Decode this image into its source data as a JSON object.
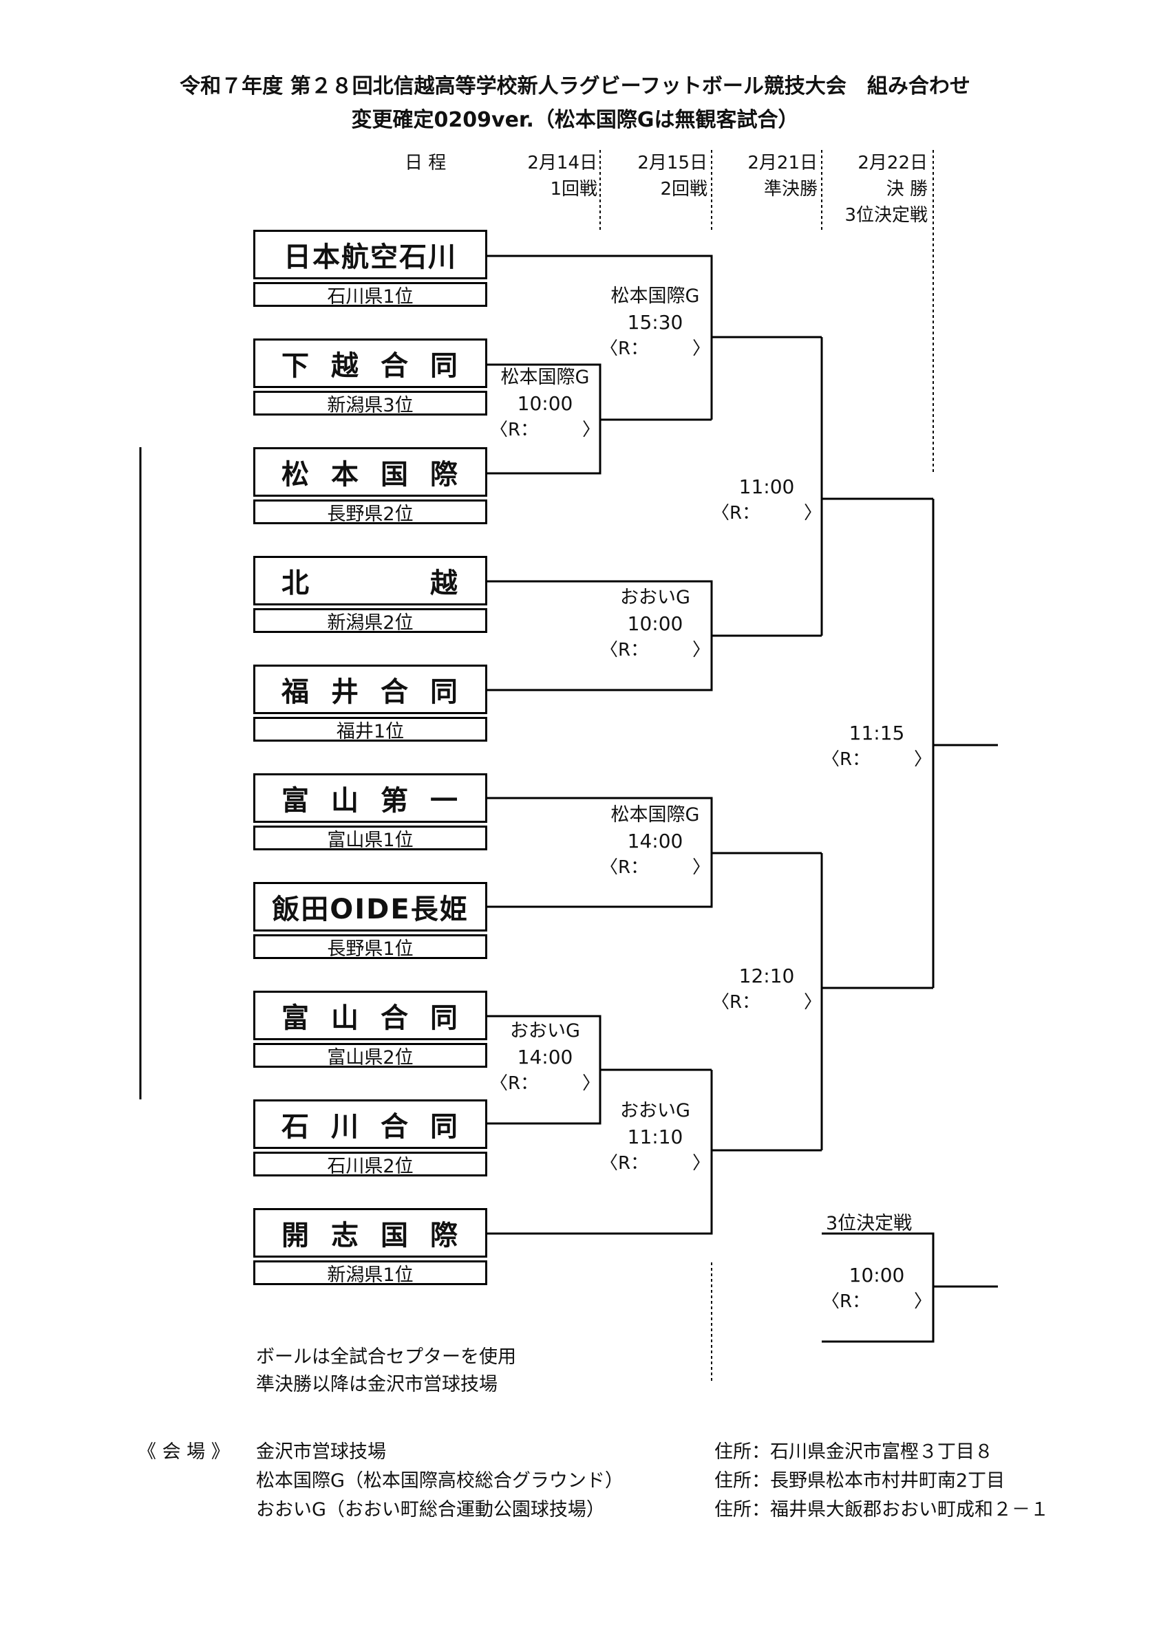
{
  "header": {
    "title_line1": "令和７年度 第２８回北信越高等学校新人ラグビーフットボール競技大会　組み合わせ",
    "title_line2": "変更確定0209ver.（松本国際Gは無観客試合）"
  },
  "schedule": {
    "label": "日 程",
    "columns": [
      {
        "date": "2月14日",
        "round": "1回戦",
        "extra": ""
      },
      {
        "date": "2月15日",
        "round": "2回戦",
        "extra": ""
      },
      {
        "date": "2月21日",
        "round": "準決勝",
        "extra": ""
      },
      {
        "date": "2月22日",
        "round": "決 勝",
        "extra": "3位決定戦"
      }
    ]
  },
  "teams": [
    {
      "name": "日本航空石川",
      "sub": "石川県1位"
    },
    {
      "name": "下越合同",
      "sub": "新潟県3位"
    },
    {
      "name": "松本国際",
      "sub": "長野県2位"
    },
    {
      "name": "北越",
      "sub": "新潟県2位"
    },
    {
      "name": "福井合同",
      "sub": "福井1位"
    },
    {
      "name": "富山第一",
      "sub": "富山県1位"
    },
    {
      "name": "飯田OIDE長姫",
      "sub": "長野県1位"
    },
    {
      "name": "富山合同",
      "sub": "富山県2位"
    },
    {
      "name": "石川合同",
      "sub": "石川県2位"
    },
    {
      "name": "開志国際",
      "sub": "新潟県1位"
    }
  ],
  "matches": [
    {
      "venue": "松本国際G",
      "time": "10:00",
      "r_open": "〈R：",
      "r_close": "〉"
    },
    {
      "venue": "松本国際G",
      "time": "15:30",
      "r_open": "〈R：",
      "r_close": "〉"
    },
    {
      "venue": "おおいG",
      "time": "10:00",
      "r_open": "〈R：",
      "r_close": "〉"
    },
    {
      "venue": "松本国際G",
      "time": "14:00",
      "r_open": "〈R：",
      "r_close": "〉"
    },
    {
      "venue": "おおいG",
      "time": "14:00",
      "r_open": "〈R：",
      "r_close": "〉"
    },
    {
      "venue": "おおいG",
      "time": "11:10",
      "r_open": "〈R：",
      "r_close": "〉"
    },
    {
      "venue": "",
      "time": "11:00",
      "r_open": "〈R：",
      "r_close": "〉"
    },
    {
      "venue": "",
      "time": "12:10",
      "r_open": "〈R：",
      "r_close": "〉"
    },
    {
      "venue": "",
      "time": "11:15",
      "r_open": "〈R：",
      "r_close": "〉"
    },
    {
      "venue": "",
      "time": "10:00",
      "r_open": "〈R：",
      "r_close": "〉"
    }
  ],
  "third_place_label": "3位決定戦",
  "notes": [
    "ボールは全試合セプターを使用",
    "準決勝以降は金沢市営球技場"
  ],
  "venues": {
    "label": "《 会 場 》",
    "rows": [
      {
        "name": "金沢市営球技場",
        "address": "住所：石川県金沢市富樫３丁目８"
      },
      {
        "name": "松本国際G（松本国際高校総合グラウンド）",
        "address": "住所：長野県松本市村井町南2丁目"
      },
      {
        "name": "おおいG（おおい町総合運動公園球技場）",
        "address": "住所：福井県大飯郡おおい町成和２－１"
      }
    ]
  }
}
